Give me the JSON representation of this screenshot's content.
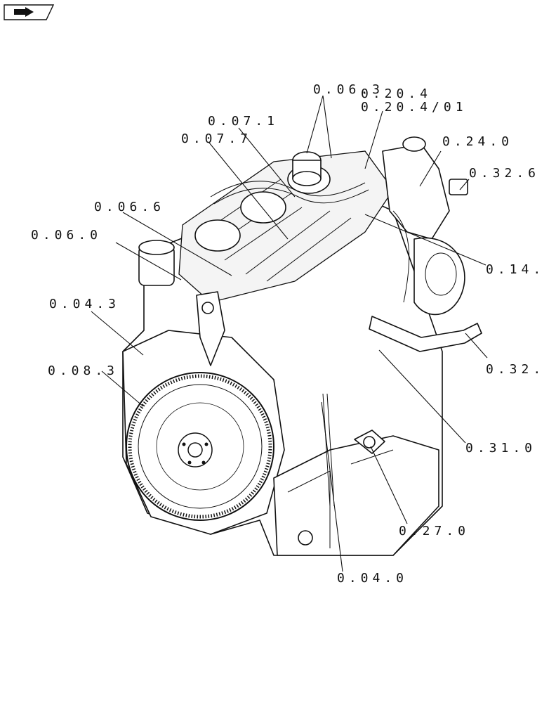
{
  "nav_button": {
    "icon": "arrow-right-icon"
  },
  "callouts": {
    "c_06_3": "0.06.3",
    "c_20_4": "0.20.4",
    "c_20_4_01": "0.20.4/01",
    "c_07_1": "0.07.1",
    "c_07_7": "0.07.7",
    "c_24_0": "0.24.0",
    "c_32_6": "0.32.6",
    "c_06_6": "0.06.6",
    "c_06_0": "0.06.0",
    "c_14": "0.14.",
    "c_04_3": "0.04.3",
    "c_08_3": "0.08.3",
    "c_32": "0.32.",
    "c_31_0": "0.31.0",
    "c_27_0": "0.27.0",
    "c_04_0": "0.04.0"
  }
}
